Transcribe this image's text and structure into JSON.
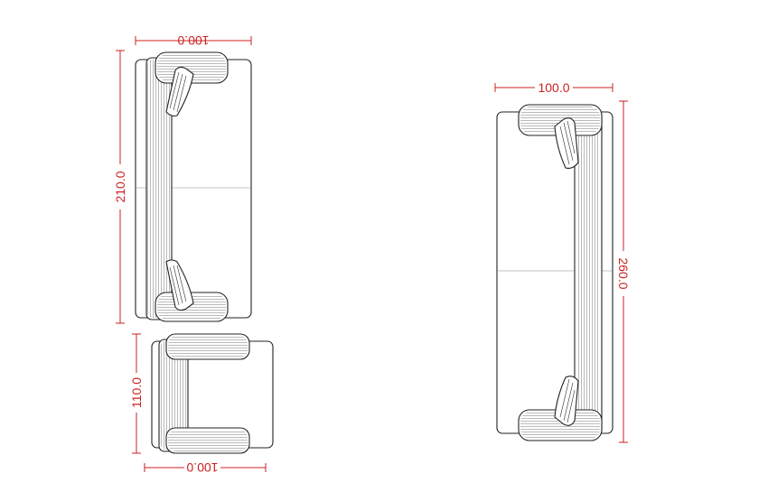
{
  "dimension_color": "#cc2222",
  "line_color": "#222222",
  "background": "#ffffff",
  "drawings": [
    {
      "id": "sofa-3-seat",
      "dimensions": {
        "width": "100.0",
        "length": "210.0"
      }
    },
    {
      "id": "armchair",
      "dimensions": {
        "width": "100.0",
        "length": "110.0"
      }
    },
    {
      "id": "sofa-4-seat",
      "dimensions": {
        "width": "100.0",
        "length": "260.0"
      }
    }
  ]
}
